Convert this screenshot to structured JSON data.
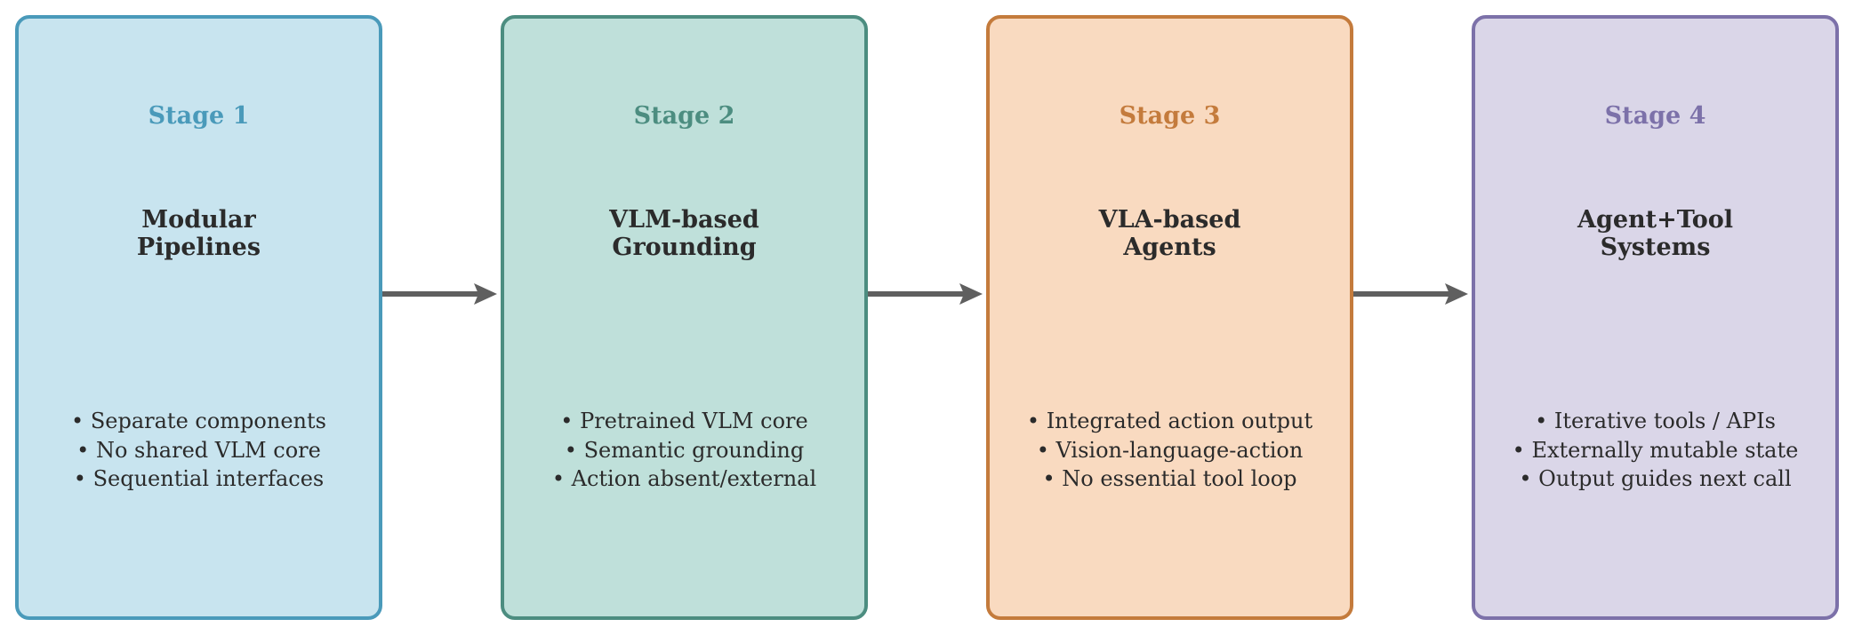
{
  "stages": [
    {
      "label": "Stage 1",
      "title_lines": [
        "Modular",
        "Pipelines"
      ],
      "bullets": [
        "Separate components",
        "No shared VLM core",
        "Sequential interfaces"
      ],
      "colors": {
        "fill": "#c8e4ef",
        "border": "#4a9aba",
        "label": "#4a9aba"
      }
    },
    {
      "label": "Stage 2",
      "title_lines": [
        "VLM-based",
        "Grounding"
      ],
      "bullets": [
        "Pretrained VLM core",
        "Semantic grounding",
        "Action absent/external"
      ],
      "colors": {
        "fill": "#bfe0da",
        "border": "#4c8d80",
        "label": "#4c8d80"
      }
    },
    {
      "label": "Stage 3",
      "title_lines": [
        "VLA-based",
        "Agents"
      ],
      "bullets": [
        "Integrated action output",
        "Vision-language-action",
        "No essential tool loop"
      ],
      "colors": {
        "fill": "#f9dac0",
        "border": "#c47b3c",
        "label": "#c47b3c"
      }
    },
    {
      "label": "Stage 4",
      "title_lines": [
        "Agent+Tool",
        "Systems"
      ],
      "bullets": [
        "Iterative tools / APIs",
        "Externally mutable state",
        "Output guides next call"
      ],
      "colors": {
        "fill": "#dad6e8",
        "border": "#7c71a9",
        "label": "#7c71a9"
      }
    }
  ],
  "arrow_color": "#5f5f5f",
  "icons": {
    "arrow": "arrow-right-icon"
  }
}
